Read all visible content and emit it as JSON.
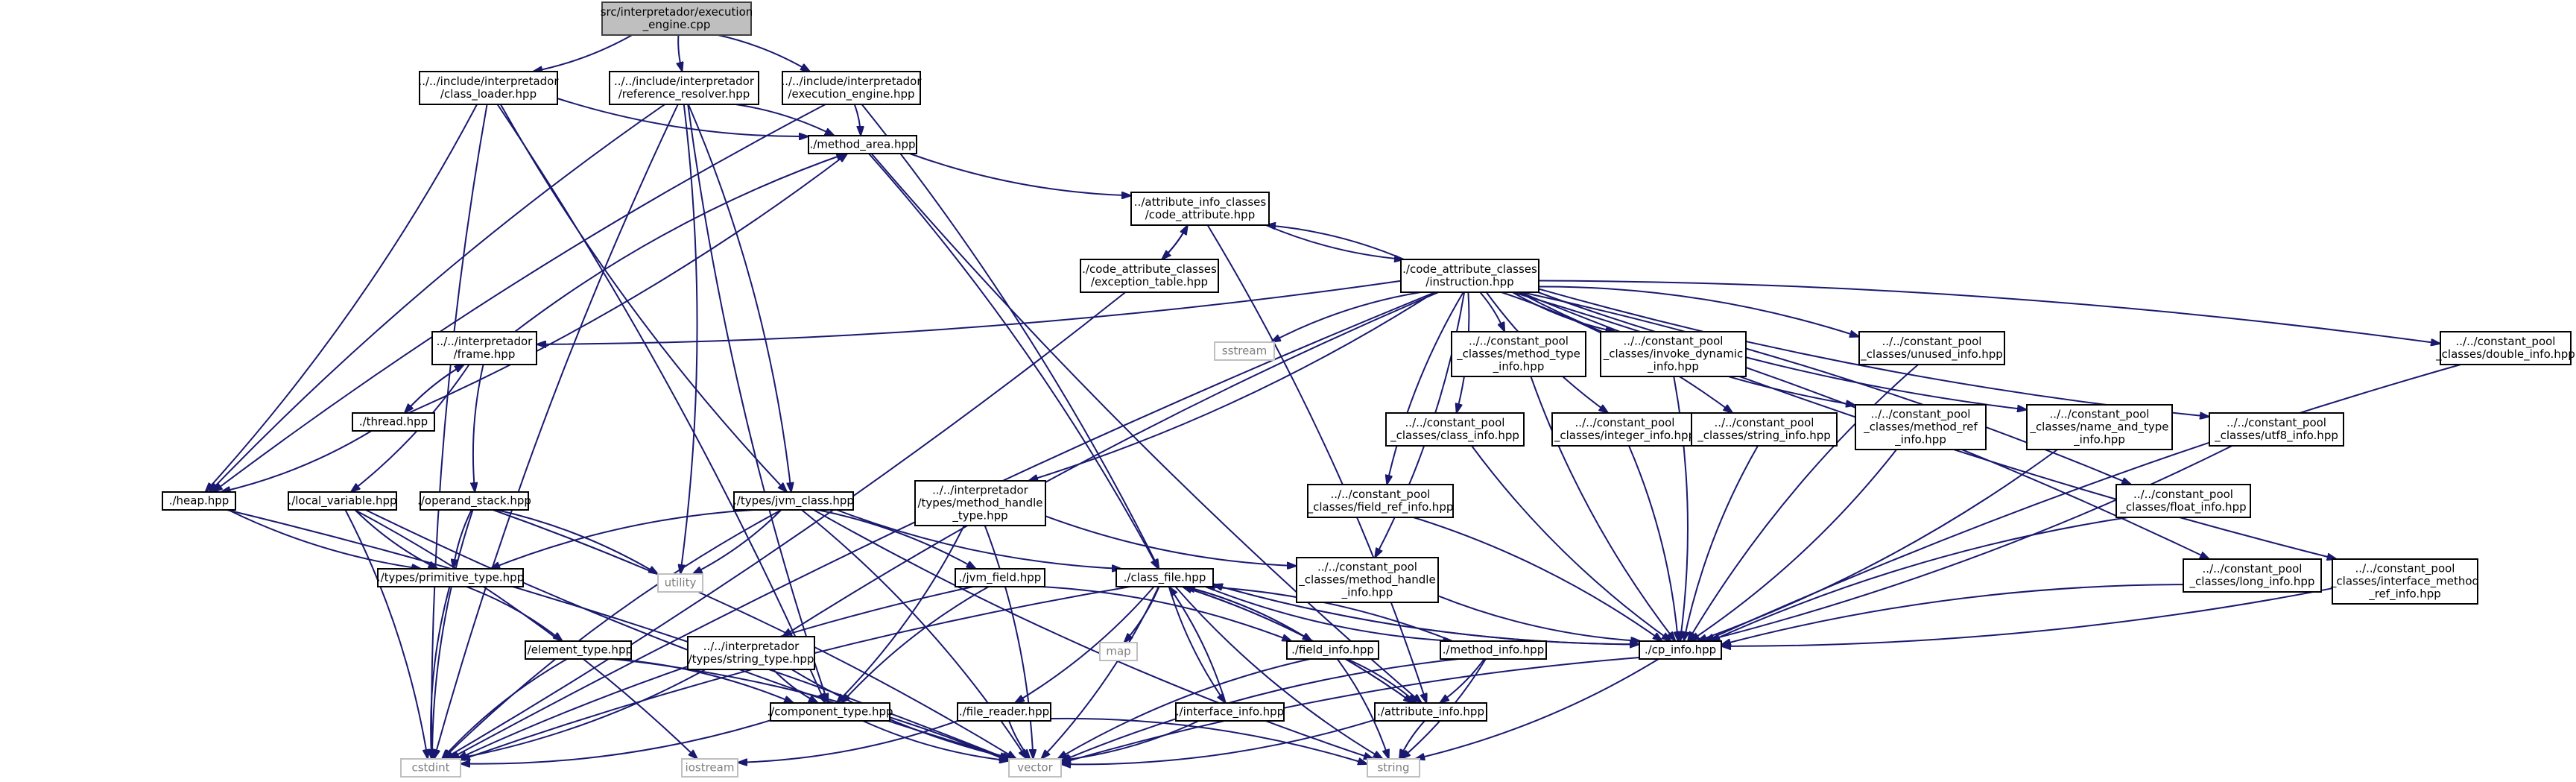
{
  "graph": {
    "nodes": [
      {
        "id": "root",
        "lines": [
          "src/interpretador/execution",
          "_engine.cpp"
        ],
        "kind": "root"
      },
      {
        "id": "class_loader",
        "lines": [
          "../../include/interpretador",
          "/class_loader.hpp"
        ]
      },
      {
        "id": "reference_resolver",
        "lines": [
          "../../include/interpretador",
          "/reference_resolver.hpp"
        ]
      },
      {
        "id": "execution_engine",
        "lines": [
          "../../include/interpretador",
          "/execution_engine.hpp"
        ]
      },
      {
        "id": "method_area",
        "lines": [
          "./method_area.hpp"
        ]
      },
      {
        "id": "code_attribute",
        "lines": [
          "../attribute_info_classes",
          "/code_attribute.hpp"
        ]
      },
      {
        "id": "exception_table",
        "lines": [
          "./code_attribute_classes",
          "/exception_table.hpp"
        ]
      },
      {
        "id": "instruction",
        "lines": [
          "./code_attribute_classes",
          "/instruction.hpp"
        ]
      },
      {
        "id": "frame",
        "lines": [
          "../../interpretador",
          "/frame.hpp"
        ]
      },
      {
        "id": "thread",
        "lines": [
          "./thread.hpp"
        ]
      },
      {
        "id": "heap",
        "lines": [
          "./heap.hpp"
        ]
      },
      {
        "id": "local_variable",
        "lines": [
          "./local_variable.hpp"
        ]
      },
      {
        "id": "operand_stack",
        "lines": [
          "./operand_stack.hpp"
        ]
      },
      {
        "id": "jvm_class",
        "lines": [
          "./types/jvm_class.hpp"
        ]
      },
      {
        "id": "primitive_type",
        "lines": [
          "./types/primitive_type.hpp"
        ]
      },
      {
        "id": "element_type",
        "lines": [
          "./element_type.hpp"
        ]
      },
      {
        "id": "string_type",
        "lines": [
          "../../interpretador",
          "/types/string_type.hpp"
        ]
      },
      {
        "id": "component_type",
        "lines": [
          "./component_type.hpp"
        ]
      },
      {
        "id": "method_handle_type",
        "lines": [
          "../../interpretador",
          "/types/method_handle",
          "_type.hpp"
        ]
      },
      {
        "id": "jvm_field",
        "lines": [
          "./jvm_field.hpp"
        ]
      },
      {
        "id": "class_file",
        "lines": [
          "./class_file.hpp"
        ]
      },
      {
        "id": "file_reader",
        "lines": [
          "./file_reader.hpp"
        ]
      },
      {
        "id": "interface_info",
        "lines": [
          "./interface_info.hpp"
        ]
      },
      {
        "id": "field_info",
        "lines": [
          "./field_info.hpp"
        ]
      },
      {
        "id": "method_info",
        "lines": [
          "./method_info.hpp"
        ]
      },
      {
        "id": "attribute_info",
        "lines": [
          "./attribute_info.hpp"
        ]
      },
      {
        "id": "cp_info",
        "lines": [
          "./cp_info.hpp"
        ]
      },
      {
        "id": "method_handle_info",
        "lines": [
          "../../constant_pool",
          "_classes/method_handle",
          "_info.hpp"
        ]
      },
      {
        "id": "field_ref_info",
        "lines": [
          "../../constant_pool",
          "_classes/field_ref_info.hpp"
        ]
      },
      {
        "id": "class_info",
        "lines": [
          "../../constant_pool",
          "_classes/class_info.hpp"
        ]
      },
      {
        "id": "integer_info",
        "lines": [
          "../../constant_pool",
          "_classes/integer_info.hpp"
        ]
      },
      {
        "id": "method_type_info",
        "lines": [
          "../../constant_pool",
          "_classes/method_type",
          "_info.hpp"
        ]
      },
      {
        "id": "invoke_dynamic_info",
        "lines": [
          "../../constant_pool",
          "_classes/invoke_dynamic",
          "_info.hpp"
        ]
      },
      {
        "id": "string_info",
        "lines": [
          "../../constant_pool",
          "_classes/string_info.hpp"
        ]
      },
      {
        "id": "method_ref_info",
        "lines": [
          "../../constant_pool",
          "_classes/method_ref",
          "_info.hpp"
        ]
      },
      {
        "id": "unused_info",
        "lines": [
          "../../constant_pool",
          "_classes/unused_info.hpp"
        ]
      },
      {
        "id": "name_and_type_info",
        "lines": [
          "../../constant_pool",
          "_classes/name_and_type",
          "_info.hpp"
        ]
      },
      {
        "id": "float_info",
        "lines": [
          "../../constant_pool",
          "_classes/float_info.hpp"
        ]
      },
      {
        "id": "utf8_info",
        "lines": [
          "../../constant_pool",
          "_classes/utf8_info.hpp"
        ]
      },
      {
        "id": "long_info",
        "lines": [
          "../../constant_pool",
          "_classes/long_info.hpp"
        ]
      },
      {
        "id": "interface_method_ref_info",
        "lines": [
          "../../constant_pool",
          "_classes/interface_method",
          "_ref_info.hpp"
        ]
      },
      {
        "id": "double_info",
        "lines": [
          "../../constant_pool",
          "_classes/double_info.hpp"
        ]
      },
      {
        "id": "sstream",
        "lines": [
          "sstream"
        ],
        "kind": "external"
      },
      {
        "id": "utility",
        "lines": [
          "utility"
        ],
        "kind": "external"
      },
      {
        "id": "map",
        "lines": [
          "map"
        ],
        "kind": "external"
      },
      {
        "id": "cstdint",
        "lines": [
          "cstdint"
        ],
        "kind": "external"
      },
      {
        "id": "iostream",
        "lines": [
          "iostream"
        ],
        "kind": "external"
      },
      {
        "id": "vector",
        "lines": [
          "vector"
        ],
        "kind": "external"
      },
      {
        "id": "string",
        "lines": [
          "string"
        ],
        "kind": "external"
      }
    ],
    "edges": [
      [
        "root",
        "class_loader"
      ],
      [
        "root",
        "reference_resolver"
      ],
      [
        "root",
        "execution_engine"
      ],
      [
        "class_loader",
        "method_area"
      ],
      [
        "class_loader",
        "heap"
      ],
      [
        "class_loader",
        "jvm_class"
      ],
      [
        "class_loader",
        "component_type"
      ],
      [
        "class_loader",
        "cstdint"
      ],
      [
        "reference_resolver",
        "method_area"
      ],
      [
        "reference_resolver",
        "heap"
      ],
      [
        "reference_resolver",
        "jvm_class"
      ],
      [
        "reference_resolver",
        "component_type"
      ],
      [
        "reference_resolver",
        "utility"
      ],
      [
        "reference_resolver",
        "cstdint"
      ],
      [
        "execution_engine",
        "method_area"
      ],
      [
        "execution_engine",
        "heap"
      ],
      [
        "execution_engine",
        "class_file"
      ],
      [
        "method_area",
        "code_attribute"
      ],
      [
        "method_area",
        "class_file"
      ],
      [
        "method_area",
        "attribute_info"
      ],
      [
        "code_attribute",
        "exception_table"
      ],
      [
        "code_attribute",
        "instruction"
      ],
      [
        "code_attribute",
        "attribute_info"
      ],
      [
        "exception_table",
        "code_attribute"
      ],
      [
        "exception_table",
        "cstdint"
      ],
      [
        "instruction",
        "code_attribute"
      ],
      [
        "instruction",
        "frame"
      ],
      [
        "instruction",
        "sstream"
      ],
      [
        "instruction",
        "method_handle_type"
      ],
      [
        "instruction",
        "string_type"
      ],
      [
        "instruction",
        "method_handle_info"
      ],
      [
        "instruction",
        "field_ref_info"
      ],
      [
        "instruction",
        "class_info"
      ],
      [
        "instruction",
        "integer_info"
      ],
      [
        "instruction",
        "method_type_info"
      ],
      [
        "instruction",
        "invoke_dynamic_info"
      ],
      [
        "instruction",
        "string_info"
      ],
      [
        "instruction",
        "method_ref_info"
      ],
      [
        "instruction",
        "unused_info"
      ],
      [
        "instruction",
        "name_and_type_info"
      ],
      [
        "instruction",
        "float_info"
      ],
      [
        "instruction",
        "utf8_info"
      ],
      [
        "instruction",
        "long_info"
      ],
      [
        "instruction",
        "interface_method_ref_info"
      ],
      [
        "instruction",
        "double_info"
      ],
      [
        "instruction",
        "cstdint"
      ],
      [
        "frame",
        "method_area"
      ],
      [
        "frame",
        "thread"
      ],
      [
        "frame",
        "local_variable"
      ],
      [
        "frame",
        "operand_stack"
      ],
      [
        "thread",
        "frame"
      ],
      [
        "thread",
        "method_area"
      ],
      [
        "thread",
        "heap"
      ],
      [
        "heap",
        "primitive_type"
      ],
      [
        "heap",
        "vector"
      ],
      [
        "local_variable",
        "primitive_type"
      ],
      [
        "local_variable",
        "cstdint"
      ],
      [
        "local_variable",
        "vector"
      ],
      [
        "local_variable",
        "iostream"
      ],
      [
        "operand_stack",
        "primitive_type"
      ],
      [
        "operand_stack",
        "utility"
      ],
      [
        "operand_stack",
        "cstdint"
      ],
      [
        "operand_stack",
        "vector"
      ],
      [
        "jvm_class",
        "primitive_type"
      ],
      [
        "jvm_class",
        "jvm_field"
      ],
      [
        "jvm_class",
        "class_file"
      ],
      [
        "jvm_class",
        "utility"
      ],
      [
        "jvm_class",
        "cstdint"
      ],
      [
        "jvm_class",
        "vector"
      ],
      [
        "jvm_class",
        "string"
      ],
      [
        "primitive_type",
        "element_type"
      ],
      [
        "primitive_type",
        "cstdint"
      ],
      [
        "element_type",
        "component_type"
      ],
      [
        "element_type",
        "cstdint"
      ],
      [
        "element_type",
        "vector"
      ],
      [
        "string_type",
        "component_type"
      ],
      [
        "string_type",
        "cstdint"
      ],
      [
        "string_type",
        "vector"
      ],
      [
        "component_type",
        "cstdint"
      ],
      [
        "component_type",
        "vector"
      ],
      [
        "method_handle_type",
        "component_type"
      ],
      [
        "method_handle_type",
        "method_handle_info"
      ],
      [
        "method_handle_type",
        "vector"
      ],
      [
        "jvm_field",
        "component_type"
      ],
      [
        "jvm_field",
        "field_info"
      ],
      [
        "jvm_field",
        "cstdint"
      ],
      [
        "class_file",
        "file_reader"
      ],
      [
        "class_file",
        "interface_info"
      ],
      [
        "class_file",
        "field_info"
      ],
      [
        "class_file",
        "method_info"
      ],
      [
        "class_file",
        "attribute_info"
      ],
      [
        "class_file",
        "cp_info"
      ],
      [
        "class_file",
        "map"
      ],
      [
        "class_file",
        "cstdint"
      ],
      [
        "class_file",
        "vector"
      ],
      [
        "class_file",
        "string"
      ],
      [
        "file_reader",
        "iostream"
      ],
      [
        "file_reader",
        "vector"
      ],
      [
        "file_reader",
        "string"
      ],
      [
        "interface_info",
        "class_file"
      ],
      [
        "interface_info",
        "vector"
      ],
      [
        "field_info",
        "class_file"
      ],
      [
        "field_info",
        "attribute_info"
      ],
      [
        "field_info",
        "vector"
      ],
      [
        "field_info",
        "string"
      ],
      [
        "method_info",
        "class_file"
      ],
      [
        "method_info",
        "attribute_info"
      ],
      [
        "method_info",
        "vector"
      ],
      [
        "method_info",
        "string"
      ],
      [
        "attribute_info",
        "class_file"
      ],
      [
        "attribute_info",
        "vector"
      ],
      [
        "attribute_info",
        "string"
      ],
      [
        "cp_info",
        "class_file"
      ],
      [
        "cp_info",
        "vector"
      ],
      [
        "cp_info",
        "string"
      ],
      [
        "method_handle_info",
        "cp_info"
      ],
      [
        "field_ref_info",
        "cp_info"
      ],
      [
        "class_info",
        "cp_info"
      ],
      [
        "integer_info",
        "cp_info"
      ],
      [
        "method_type_info",
        "cp_info"
      ],
      [
        "invoke_dynamic_info",
        "cp_info"
      ],
      [
        "string_info",
        "cp_info"
      ],
      [
        "method_ref_info",
        "cp_info"
      ],
      [
        "unused_info",
        "cp_info"
      ],
      [
        "name_and_type_info",
        "cp_info"
      ],
      [
        "float_info",
        "cp_info"
      ],
      [
        "utf8_info",
        "cp_info"
      ],
      [
        "long_info",
        "cp_info"
      ],
      [
        "interface_method_ref_info",
        "cp_info"
      ],
      [
        "double_info",
        "cp_info"
      ]
    ]
  }
}
